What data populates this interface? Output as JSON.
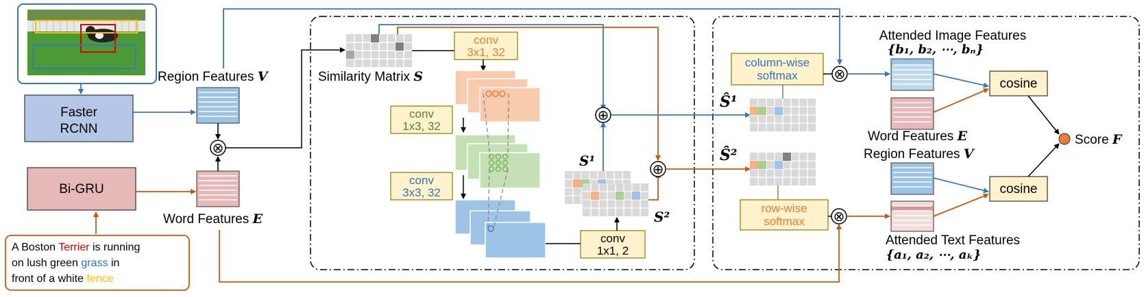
{
  "caption": {
    "part1": "A Boston ",
    "terrier": "Terrier",
    "part2": " is running",
    "line2a": "on lush green ",
    "grass": "grass",
    "line2b": " in",
    "line3a": "front of a white ",
    "fence": "fence"
  },
  "boxes": {
    "faster_rcnn_1": "Faster",
    "faster_rcnn_2": "RCNN",
    "bigru": "Bi-GRU",
    "column_softmax_1": "column-wise",
    "column_softmax_2": "softmax",
    "row_softmax_1": "row-wise",
    "row_softmax_2": "softmax",
    "cosine_top": "cosine",
    "cosine_bottom": "cosine"
  },
  "labels": {
    "region_features": "Region Features ",
    "word_features": "Word Features ",
    "similarity_matrix": "Similarity Matrix ",
    "attended_image": "Attended Image Features",
    "attended_image_set": "{b₁, b₂, ⋯, bₙ}",
    "attended_text": "Attended Text Features",
    "attended_text_set": "{a₁, a₂, ⋯, aₖ}",
    "word_features_right": "Word Features ",
    "region_features_right": "Region Features ",
    "score": "Score ",
    "sym_V": "V",
    "sym_E": "E",
    "sym_S": "S",
    "sym_F": "F",
    "s1": "S¹",
    "s2": "S²",
    "s1_hat": "Ŝ¹",
    "s2_hat": "Ŝ²"
  },
  "convs": [
    {
      "line1": "conv",
      "line2": "3x1, 32"
    },
    {
      "line1": "conv",
      "line2": "1x3, 32"
    },
    {
      "line1": "conv",
      "line2": "3x3, 32"
    },
    {
      "line1": "conv",
      "line2": "1x1, 2"
    }
  ],
  "ops": {
    "multiply": "⊗",
    "add": "⊕"
  },
  "colors": {
    "blue_arrow": "#3a78b5",
    "orange_arrow": "#c55a11",
    "faster_rcnn_fill": "#b4c7e7",
    "bigru_fill": "#e6b9b8",
    "conv_fill": "#fff2cc",
    "conv_border": "#7f7f00",
    "salmon_fm": "#f8cbad",
    "green_fm": "#c5e0b4",
    "blue_fm": "#9dc3e6"
  }
}
